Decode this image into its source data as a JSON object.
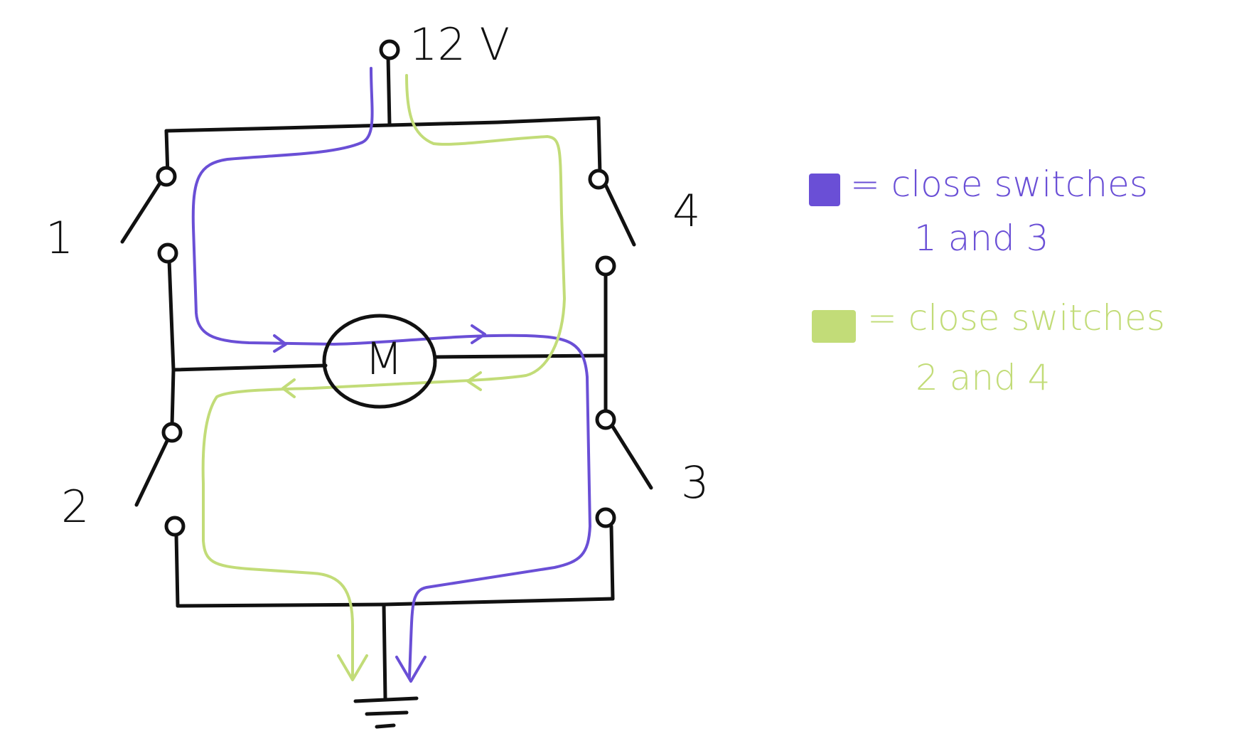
{
  "diagram": {
    "supply_label": "12 V",
    "motor_label": "M",
    "switches": [
      {
        "id": "1",
        "label": "1"
      },
      {
        "id": "2",
        "label": "2"
      },
      {
        "id": "3",
        "label": "3"
      },
      {
        "id": "4",
        "label": "4"
      }
    ]
  },
  "legend": {
    "purple": {
      "line1": "= close switches",
      "line2": "1 and 3"
    },
    "green": {
      "line1": "= close switches",
      "line2": "2 and 4"
    }
  },
  "colors": {
    "wire": "#111111",
    "purple": "#6a4fd6",
    "green": "#c2dc78"
  }
}
